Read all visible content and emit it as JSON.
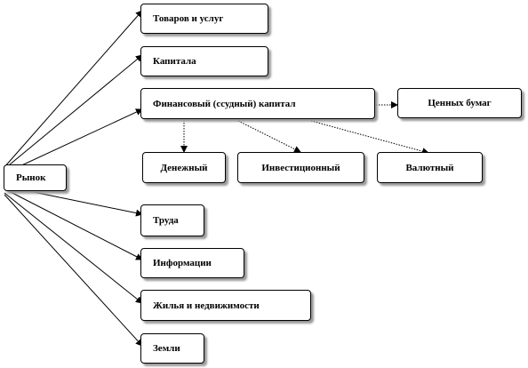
{
  "nodes": {
    "root": "Рынок",
    "goods": "Товаров и услуг",
    "capital": "Капитала",
    "loan_capital": "Финансовый (ссудный) капитал",
    "securities": "Ценных бумаг",
    "money": "Денежный",
    "investment": "Инвестиционный",
    "currency": "Валютный",
    "labor": "Труда",
    "information": "Информации",
    "housing": "Жилья и недвижимости",
    "land": "Земли"
  },
  "edges": [
    {
      "from": "root",
      "to": "goods",
      "style": "solid"
    },
    {
      "from": "root",
      "to": "capital",
      "style": "solid"
    },
    {
      "from": "root",
      "to": "loan_capital",
      "style": "solid"
    },
    {
      "from": "root",
      "to": "labor",
      "style": "solid"
    },
    {
      "from": "root",
      "to": "information",
      "style": "solid"
    },
    {
      "from": "root",
      "to": "housing",
      "style": "solid"
    },
    {
      "from": "root",
      "to": "land",
      "style": "solid"
    },
    {
      "from": "loan_capital",
      "to": "securities",
      "style": "dotted"
    },
    {
      "from": "loan_capital",
      "to": "money",
      "style": "dotted"
    },
    {
      "from": "loan_capital",
      "to": "investment",
      "style": "dotted"
    },
    {
      "from": "loan_capital",
      "to": "currency",
      "style": "dotted"
    }
  ]
}
